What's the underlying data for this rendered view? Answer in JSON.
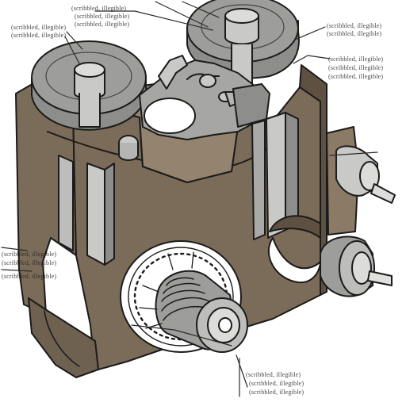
{
  "colors": {
    "housing": "#7b6c59",
    "housing_dark": "#5e5142",
    "housing_light": "#94846f",
    "metal": "#9d9d9b",
    "metal_light": "#c9c9c7",
    "metal_dark": "#777776",
    "outline": "#1b1b1b",
    "leader": "#2a2a2a"
  },
  "callouts": [
    {
      "id": "top-center-a",
      "text": "(scribbled, illegible)"
    },
    {
      "id": "top-center-b",
      "text": "(scribbled, illegible)"
    },
    {
      "id": "top-center-c",
      "text": "(scribbled, illegible)"
    },
    {
      "id": "top-left-a",
      "text": "(scribbled, illegible)"
    },
    {
      "id": "top-left-b",
      "text": "(scribbled, illegible)"
    },
    {
      "id": "top-right-a",
      "text": "(scribbled, illegible)"
    },
    {
      "id": "top-right-b",
      "text": "(scribbled, illegible)"
    },
    {
      "id": "right-a",
      "text": "(scribbled, illegible)"
    },
    {
      "id": "right-b",
      "text": "(scribbled, illegible)"
    },
    {
      "id": "right-c",
      "text": "(scribbled, illegible)"
    },
    {
      "id": "left-a",
      "text": "(scribbled, illegible)"
    },
    {
      "id": "left-b",
      "text": "(scribbled, illegible)"
    },
    {
      "id": "left-c",
      "text": "(scribbled, illegible)"
    },
    {
      "id": "bottom-a",
      "text": "(scribbled, illegible)"
    },
    {
      "id": "bottom-b",
      "text": "(scribbled, illegible)"
    },
    {
      "id": "bottom-c",
      "text": "(scribbled, illegible)"
    }
  ]
}
